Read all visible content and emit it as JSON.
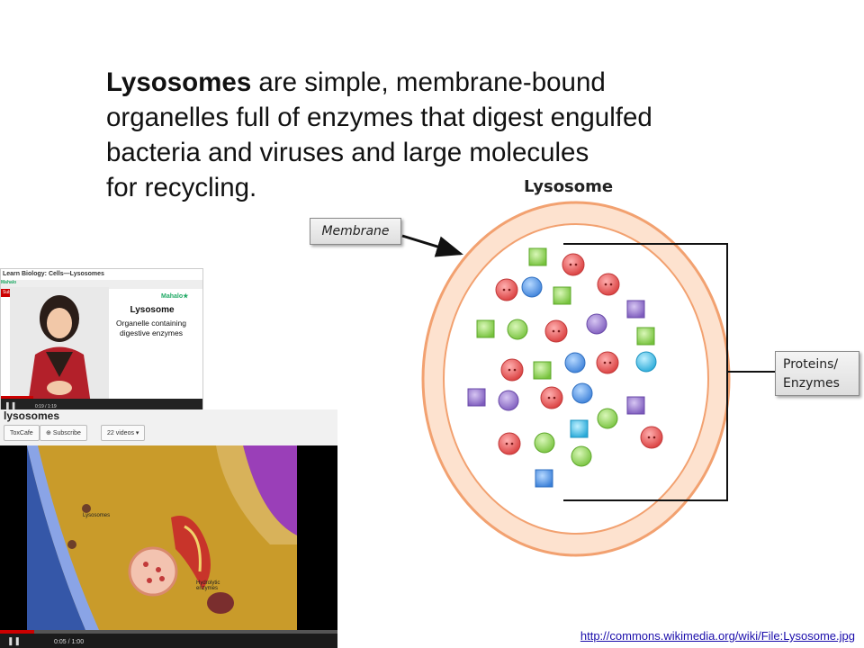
{
  "slide": {
    "bold_term": "Lysosomes",
    "lines": [
      " are simple, membrane-bound",
      "organelles full of enzymes that digest engulfed",
      "bacteria and viruses and large molecules",
      "for recycling."
    ]
  },
  "diagram": {
    "title": "Lysosome",
    "membrane_label": "Membrane",
    "proteins_label_1": "Proteins/",
    "proteins_label_2": "Enzymes",
    "membrane_color": "#f4a77a",
    "interior_color": "#ffffff",
    "particle_colors": {
      "red": "#e84c4c",
      "blue": "#4a90e2",
      "green": "#8fd14f",
      "purple": "#8e6cc8",
      "cyan": "#40c0e6"
    }
  },
  "video1": {
    "header": "Learn Biology: Cells—Lysosomes",
    "channel": "Mahalo",
    "subscribe_banner": "Subscribe for more videos!",
    "title": "Lysosome",
    "description_1": "Organelle containing",
    "description_2": "digestive enzymes",
    "time": "0:19 / 1:19",
    "progress": 0.16
  },
  "video2": {
    "header": "lysosomes",
    "channel": "ToxCafe",
    "subscribe_label": "Subscribe",
    "videos_label": "22 videos",
    "label_lysosomes": "Lysosomes",
    "label_enzymes_1": "Hydrolytic",
    "label_enzymes_2": "enzymes",
    "time": "0:05 / 1:00",
    "progress": 0.1
  },
  "source_link": "http://commons.wikimedia.org/wiki/File:Lysosome.jpg"
}
